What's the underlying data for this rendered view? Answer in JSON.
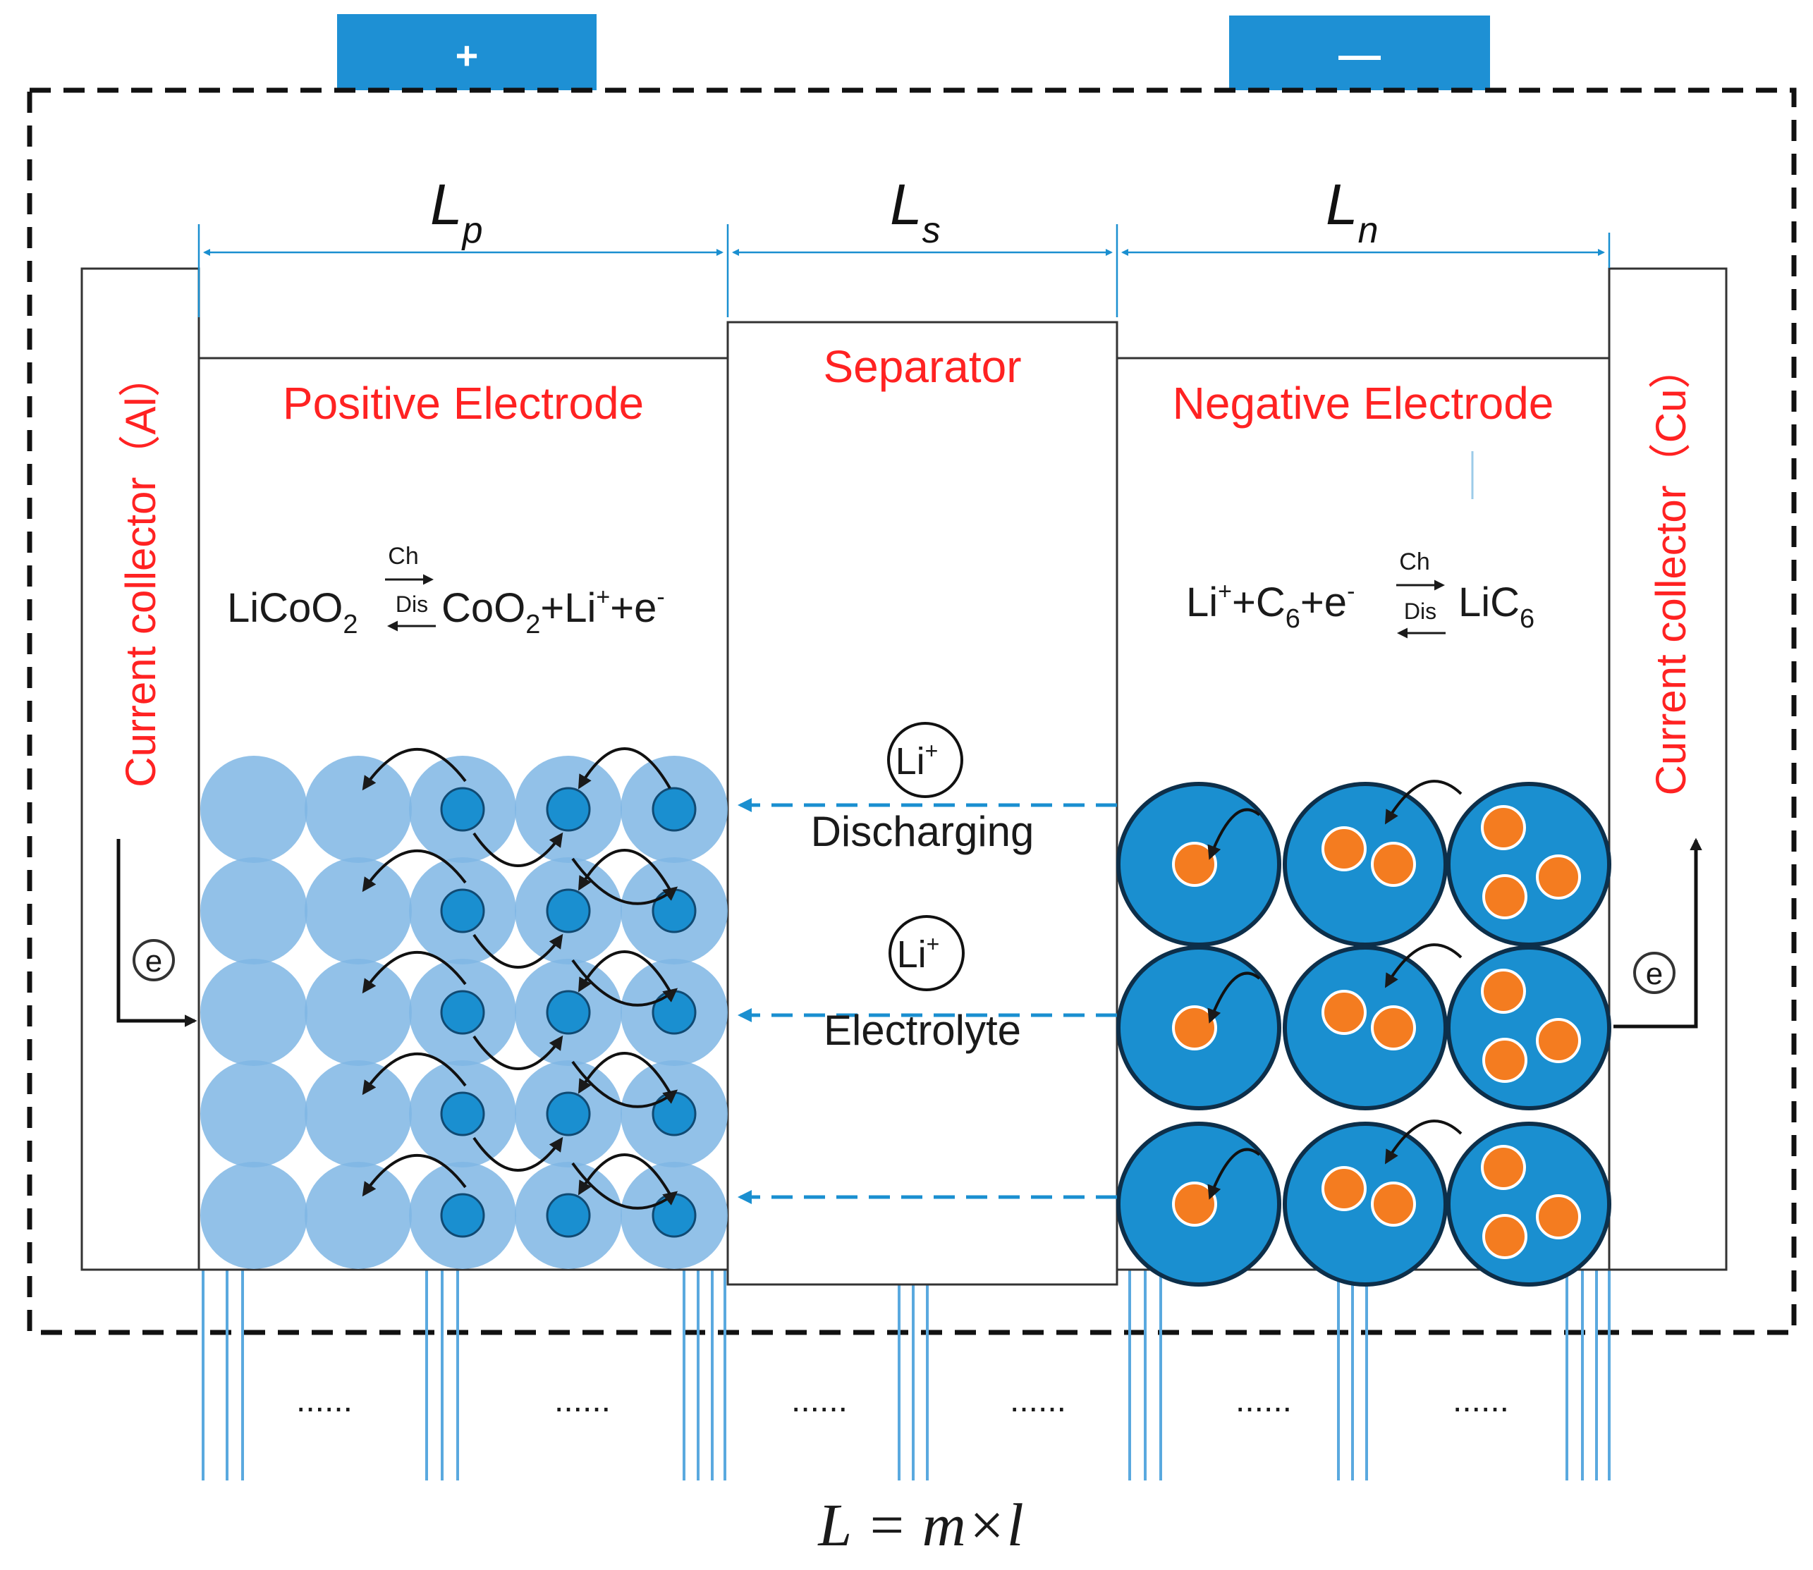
{
  "terminals": {
    "positive": "+",
    "negative": "—"
  },
  "dimensions": {
    "lp": {
      "base": "L",
      "sub": "p"
    },
    "ls": {
      "base": "L",
      "sub": "s"
    },
    "ln": {
      "base": "L",
      "sub": "n"
    }
  },
  "collector_left": "Current collector（Al）",
  "collector_right": "Current collector（Cu）",
  "regions": {
    "positive": "Positive Electrode",
    "separator": "Separator",
    "negative": "Negative Electrode"
  },
  "reaction_positive": {
    "left": "LiCoO",
    "left_sub": "2",
    "right1": "CoO",
    "right_sub": "2",
    "right2": "+Li",
    "right_sup": "+",
    "right3": "+e",
    "right_sup2": "-",
    "charge": "Ch",
    "discharge": "Dis"
  },
  "reaction_negative": {
    "l1": "Li",
    "l1_sup": "+",
    "l2": "+C",
    "l2_sub": "6",
    "l3": "+e",
    "l3_sup": "-",
    "right": "LiC",
    "right_sub": "6",
    "charge": "Ch",
    "discharge": "Dis"
  },
  "ion_label": {
    "base": "Li",
    "sup": "+"
  },
  "electron_label": "e",
  "discharging_label": "Discharging",
  "electrolyte_label": "Electrolyte",
  "ellipsis": "......",
  "formula": "L = m×l",
  "colors": {
    "dark_blue": "#1a8fd0",
    "light_blue": "#7fb6e4",
    "terminal_blue": "#1e90d4",
    "orange": "#f47c20",
    "red_text": "#ff2222",
    "dashed_blue": "#1a8fd0"
  }
}
